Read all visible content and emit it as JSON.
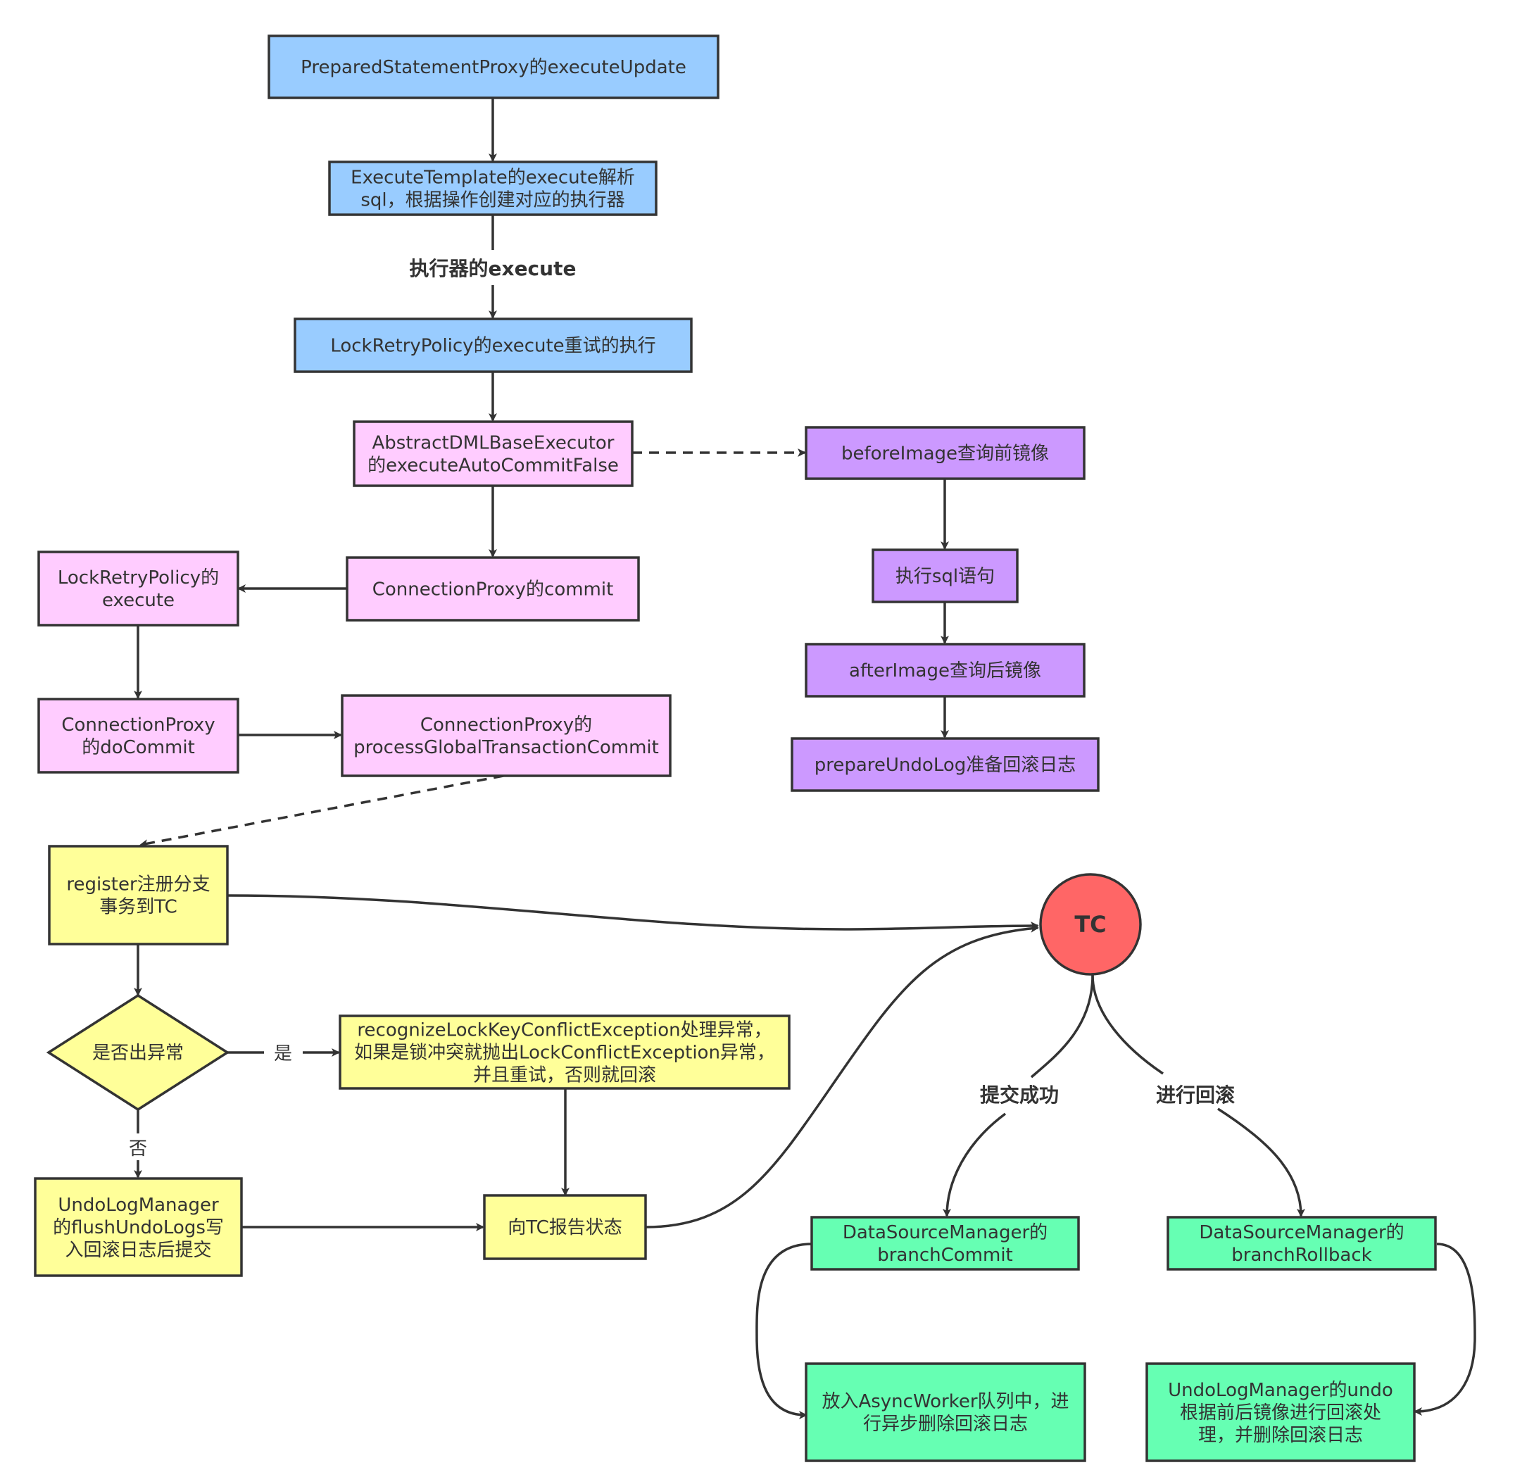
{
  "colors": {
    "blue": "#99ccff",
    "pink": "#ffccff",
    "purple": "#cc99ff",
    "yellow": "#ffff99",
    "green": "#66ffb3",
    "red": "#ff6666",
    "stroke": "#333333"
  },
  "nodes": {
    "n1": [
      "PreparedStatementProxy的executeUpdate"
    ],
    "n2": [
      "ExecuteTemplate的execute解析",
      "sql，根据操作创建对应的执行器"
    ],
    "n3": [
      "LockRetryPolicy的execute重试的执行"
    ],
    "n4": [
      "AbstractDMLBaseExecutor",
      "的executeAutoCommitFalse"
    ],
    "n5": [
      "ConnectionProxy的commit"
    ],
    "n6": [
      "LockRetryPolicy的",
      "execute"
    ],
    "n7": [
      "ConnectionProxy",
      "的doCommit"
    ],
    "n8": [
      "ConnectionProxy的",
      "processGlobalTransactionCommit"
    ],
    "p1": [
      "beforeImage查询前镜像"
    ],
    "p2": [
      "执行sql语句"
    ],
    "p3": [
      "afterImage查询后镜像"
    ],
    "p4": [
      "prepareUndoLog准备回滚日志"
    ],
    "y1": [
      "register注册分支",
      "事务到TC"
    ],
    "y2": [
      "是否出异常"
    ],
    "y3": [
      "recognizeLockKeyConflictException处理异常，",
      "如果是锁冲突就抛出LockConflictException异常，",
      "并且重试，否则就回滚"
    ],
    "y4": [
      "UndoLogManager",
      "的flushUndoLogs写",
      "入回滚日志后提交"
    ],
    "y5": [
      "向TC报告状态"
    ],
    "tc": [
      "TC"
    ],
    "g1": [
      "DataSourceManager的",
      "branchCommit"
    ],
    "g2": [
      "DataSourceManager的",
      "branchRollback"
    ],
    "g3": [
      "放入AsyncWorker队列中，进",
      "行异步删除回滚日志"
    ],
    "g4": [
      "UndoLogManager的undo",
      "根据前后镜像进行回滚处",
      "理，并删除回滚日志"
    ]
  },
  "edge_labels": {
    "executor": "执行器的execute",
    "yes": "是",
    "no": "否",
    "commit_ok": "提交成功",
    "rollback": "进行回滚"
  }
}
